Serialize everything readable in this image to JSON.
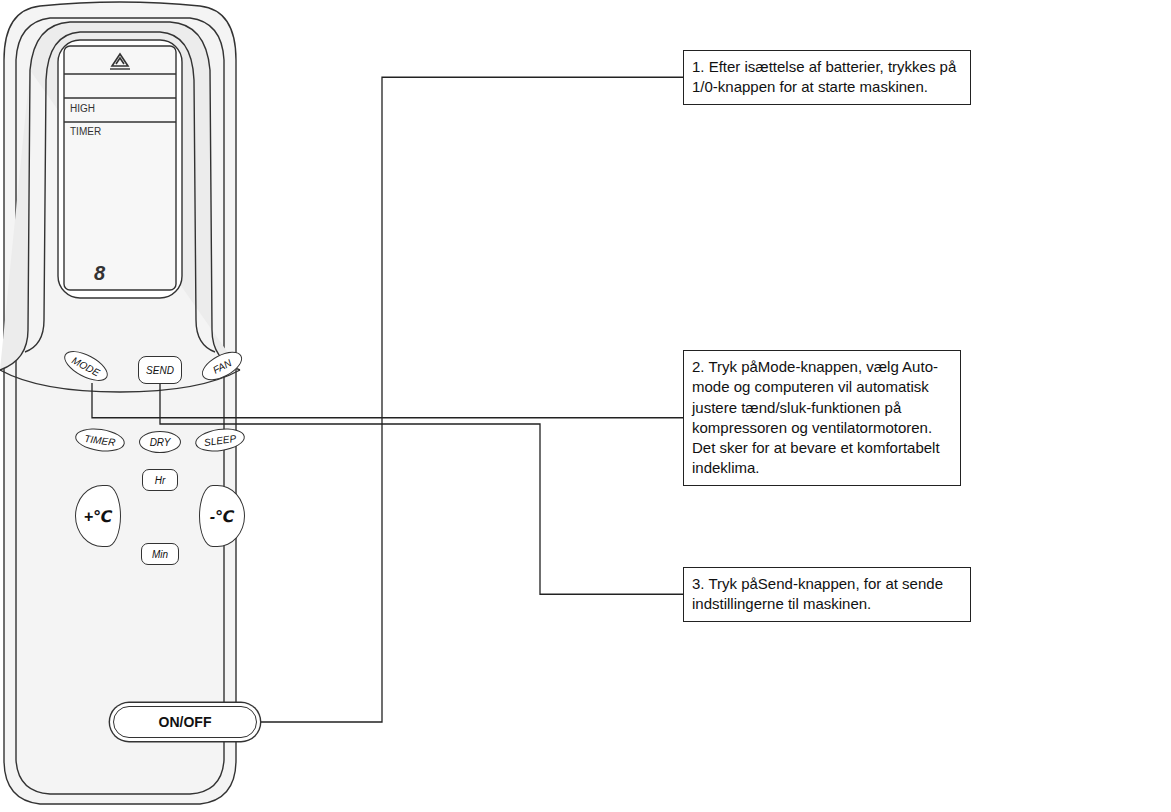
{
  "diagram": {
    "nodes": [
      {
        "text": [
          "1. Efter isættelse af batterier, trykkes på 1/0-knappen for at starte maskinen."
        ]
      },
      {
        "text": [
          "2. Tryk påMode-knappen, vælg Auto-mode og computeren vil automatisk justere tænd/sluk-funktionen på kompressoren og ventilatormotoren. Det sker for at bevare et komfortabelt indeklima."
        ]
      },
      {
        "text": [
          "3. Tryk påSend-knappen, for at sende indstillingerne til maskinen."
        ]
      },
      {
        "text": [
          "MODE"
        ]
      },
      {
        "text": [
          "SEND"
        ]
      },
      {
        "text": [
          "FAN"
        ]
      },
      {
        "text": [
          "TIMER"
        ]
      },
      {
        "text": [
          "DRY"
        ]
      },
      {
        "text": [
          "SLEEP"
        ]
      },
      {
        "text": [
          "Hr"
        ]
      },
      {
        "text": [
          "+℃"
        ]
      },
      {
        "text": [
          "-℃"
        ]
      },
      {
        "text": [
          "Min"
        ]
      },
      {
        "text": [
          "ON/OFF"
        ]
      }
    ],
    "edges": [
      {
        "from": 13,
        "to": 0,
        "arrow": "none"
      },
      {
        "from": 3,
        "to": 1,
        "arrow": "none"
      },
      {
        "from": 4,
        "to": 2,
        "arrow": "none"
      }
    ],
    "labels": [
      "HIGH",
      "TIMER",
      "8"
    ]
  }
}
